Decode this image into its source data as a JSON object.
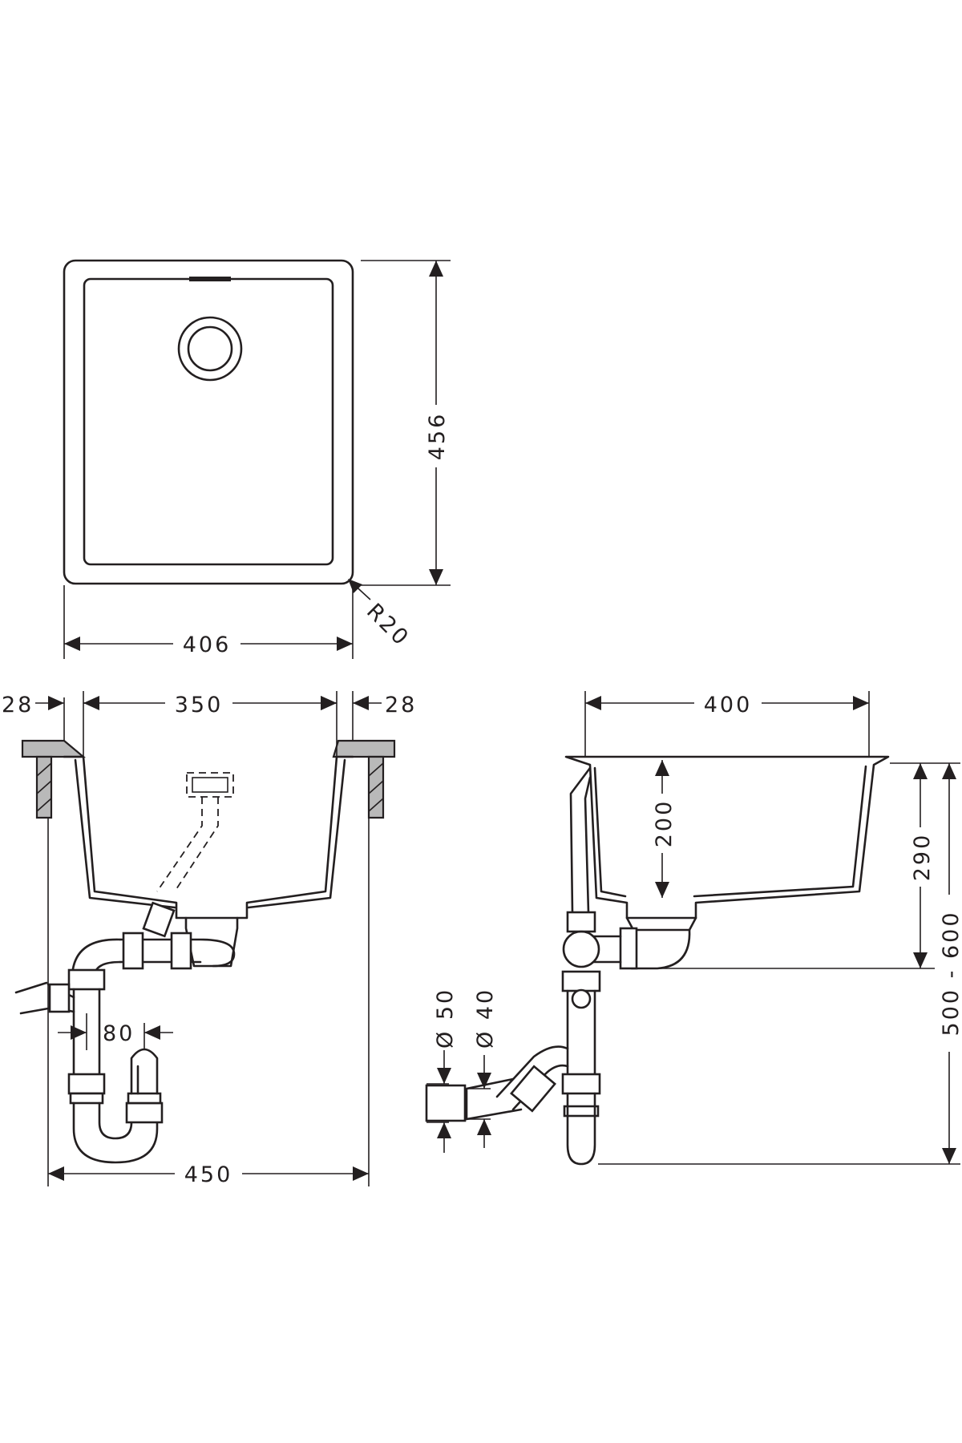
{
  "diagram": {
    "top_view": {
      "height_label": "456",
      "width_label": "406",
      "radius_label": "R20"
    },
    "front_view": {
      "flange_left_label": "28",
      "inner_width_label": "350",
      "flange_right_label": "28",
      "trap_offset_label": "80",
      "overall_width_label": "450"
    },
    "side_view": {
      "depth_label": "400",
      "bowl_depth_label": "200",
      "outlet_height_label": "290",
      "mount_height_label": "500 - 600",
      "pipe_diameter_large_label": "Ø 50",
      "pipe_diameter_small_label": "Ø 40"
    },
    "colors": {
      "line": "#231f20",
      "wall": "#b9b9b9",
      "background": "#ffffff"
    }
  }
}
